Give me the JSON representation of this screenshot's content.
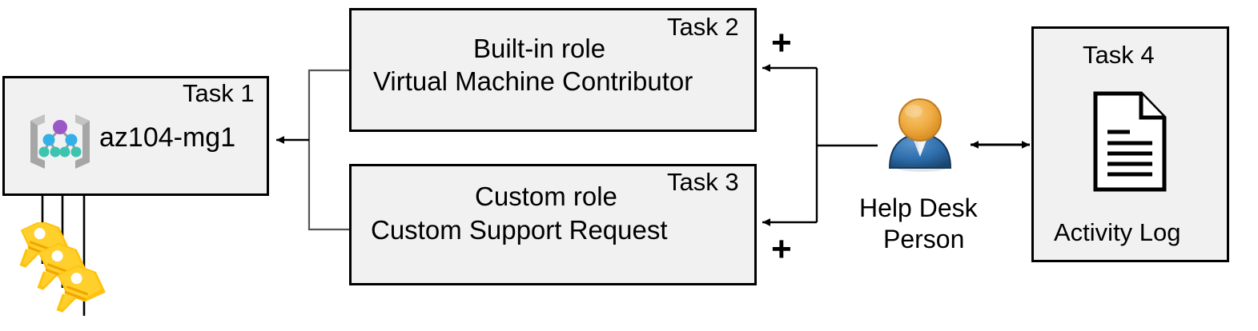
{
  "diagram": {
    "title": "Azure RBAC assignment task diagram",
    "colors": {
      "box_fill": "#f1f1f1",
      "box_stroke": "#000000",
      "connector": "#000000",
      "mg_root_node": "#9b59c6",
      "mg_mid_node": "#32b0e7",
      "mg_leaf_node": "#3cc4b0",
      "mg_bracket": "#a6a6a6",
      "key_body": "#ffc20e",
      "key_highlight": "#ffd230",
      "person_head": "#e8a33d",
      "person_body": "#2e6da4"
    },
    "nodes": {
      "task1": {
        "task_label": "Task 1",
        "name": "az104-mg1",
        "icon": "management-group-icon"
      },
      "task2": {
        "task_label": "Task 2",
        "line1": "Built-in role",
        "line2": "Virtual Machine Contributor"
      },
      "task3": {
        "task_label": "Task 3",
        "line1": "Custom role",
        "line2": "Custom Support Request"
      },
      "task4": {
        "task_label": "Task 4",
        "name": "Activity Log",
        "icon": "document-icon"
      },
      "person": {
        "label_line1": "Help Desk",
        "label_line2": "Person",
        "icon": "user-person-icon"
      },
      "keys": {
        "icon": "keys-icon",
        "count": 3
      }
    },
    "operators": {
      "plus_top": "+",
      "plus_bottom": "+"
    },
    "connectors": [
      {
        "name": "task2-to-task1",
        "direction": "left",
        "arrowheads": 1
      },
      {
        "name": "task3-to-task1",
        "direction": "left",
        "arrowheads": 1
      },
      {
        "name": "person-to-task2",
        "direction": "left",
        "arrowheads": 1
      },
      {
        "name": "person-to-task3",
        "direction": "left",
        "arrowheads": 1
      },
      {
        "name": "person-to-task4",
        "direction": "both",
        "arrowheads": 2
      },
      {
        "name": "key-to-mg-1",
        "direction": "up",
        "arrowheads": 1
      },
      {
        "name": "key-to-mg-2",
        "direction": "up",
        "arrowheads": 1
      },
      {
        "name": "key-to-mg-3",
        "direction": "up",
        "arrowheads": 1
      }
    ]
  }
}
